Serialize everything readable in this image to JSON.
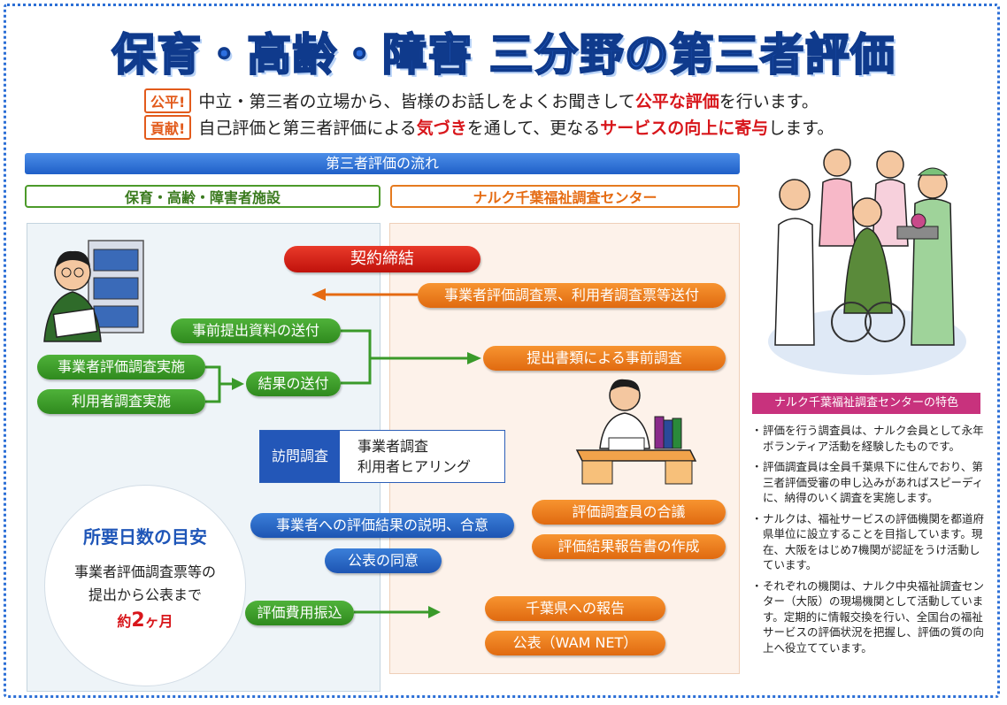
{
  "title": "保育・高齢・障害 三分野の第三者評価",
  "taglines": [
    {
      "badge": "公平!",
      "parts": [
        {
          "text": "中立・第三者の立場から、皆様のお話しをよくお聞きして",
          "hl": false
        },
        {
          "text": "公平な評価",
          "hl": true
        },
        {
          "text": "を行います。",
          "hl": false
        }
      ]
    },
    {
      "badge": "貢献!",
      "parts": [
        {
          "text": "自己評価と第三者評価による",
          "hl": false
        },
        {
          "text": "気づき",
          "hl": true
        },
        {
          "text": "を通して、更なる",
          "hl": false
        },
        {
          "text": "サービスの向上に寄与",
          "hl": true
        },
        {
          "text": "します。",
          "hl": false
        }
      ]
    }
  ],
  "flow_title": "第三者評価の流れ",
  "left_header": "保育・高齢・障害者施設",
  "right_header": "ナルク千葉福祉調査センター",
  "steps": {
    "contract": "契約締結",
    "send_forms": "事業者評価調査票、利用者調査票等送付",
    "send_materials": "事前提出資料の送付",
    "provider_survey": "事業者評価調査実施",
    "user_survey": "利用者調査実施",
    "send_results": "結果の送付",
    "pre_survey": "提出書類による事前調査",
    "visit_label": "訪問調査",
    "visit_item1": "事業者調査",
    "visit_item2": "利用者ヒアリング",
    "consensus": "評価調査員の合議",
    "explain": "事業者への評価結果の説明、合意",
    "report_make": "評価結果報告書の作成",
    "publish_consent": "公表の同意",
    "fee": "評価費用振込",
    "report_pref": "千葉県への報告",
    "publish": "公表（WAM NET）"
  },
  "duration": {
    "title": "所要日数の目安",
    "line1": "事業者評価調査票等の",
    "line2": "提出から公表まで",
    "days_prefix": "約",
    "days_num": "2",
    "days_suffix": "ヶ月"
  },
  "features_title": "ナルク千葉福祉調査センターの特色",
  "features": [
    "評価を行う調査員は、ナルク会員として永年ボランティア活動を経験したものです。",
    "評価調査員は全員千葉県下に住んでおり、第三者評価受審の申し込みがあればスピーディに、納得のいく調査を実施します。",
    "ナルクは、福祉サービスの評価機関を都道府県単位に設立することを目指しています。現在、大阪をはじめ7機関が認証をうけ活動しています。",
    "それぞれの機関は、ナルク中央福祉調査センター（大阪）の現場機関として活動しています。定期的に情報交換を行い、全国台の福祉サービスの評価状況を把握し、評価の質の向上へ役立てています。"
  ]
}
